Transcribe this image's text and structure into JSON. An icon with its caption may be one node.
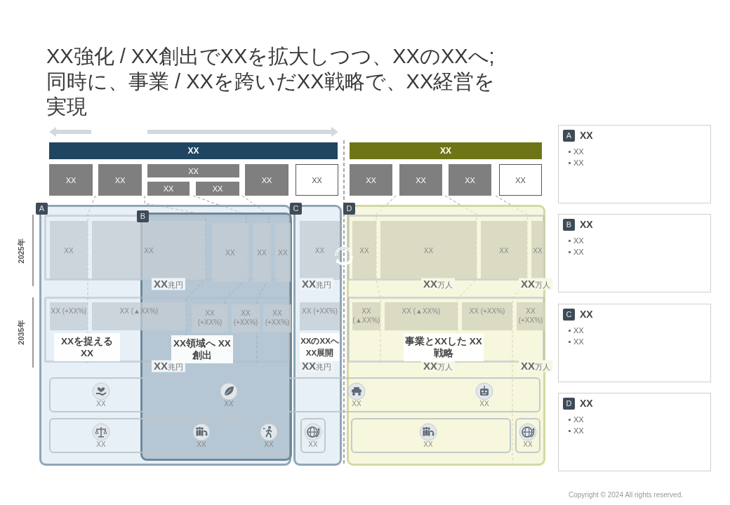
{
  "diagram": {
    "title": "XX強化 / XX創出でXXを拡大しつつ、XXのXXへ;同時に、事業 / XXを跨いだXX戦略で、XX経営を実現",
    "nodes": [
      {
        "text": [
          "XX"
        ]
      },
      {
        "text": [
          "XX"
        ]
      },
      {
        "text": [
          "XX"
        ]
      },
      {
        "text": [
          "XX"
        ]
      },
      {
        "text": [
          "XX"
        ]
      },
      {
        "text": [
          "XX"
        ]
      },
      {
        "text": [
          "XX"
        ]
      },
      {
        "text": [
          "XX"
        ]
      },
      {
        "text": [
          "XX"
        ]
      },
      {
        "text": [
          "XX"
        ]
      },
      {
        "text": [
          "XX"
        ]
      },
      {
        "text": [
          "XX"
        ]
      },
      {
        "text": [
          "XX"
        ]
      },
      {
        "text": [
          "A"
        ]
      },
      {
        "text": [
          "B"
        ],
        "in": 13
      },
      {
        "text": [
          "C"
        ]
      },
      {
        "text": [
          "D"
        ]
      },
      {
        "text": [
          "XX"
        ],
        "in": 13
      },
      {
        "text": [
          "XX"
        ],
        "in": 13
      },
      {
        "text": [
          "XX"
        ],
        "in": 14
      },
      {
        "text": [
          "XX"
        ],
        "in": 14
      },
      {
        "text": [
          "XX"
        ],
        "in": 14
      },
      {
        "text": [
          "XX"
        ],
        "in": 15
      },
      {
        "text": [
          "XX"
        ],
        "in": 16
      },
      {
        "text": [
          "XX"
        ],
        "in": 16
      },
      {
        "text": [
          "XX"
        ],
        "in": 16
      },
      {
        "text": [
          "XX"
        ],
        "in": 16
      },
      {
        "text": [
          "XX (+XX%)"
        ],
        "in": 13
      },
      {
        "text": [
          "XX (▲XX%)"
        ],
        "in": 13
      },
      {
        "text": [
          "XX (+XX%)"
        ],
        "in": 14
      },
      {
        "text": [
          "XX (+XX%)"
        ],
        "in": 14
      },
      {
        "text": [
          "XX (+XX%)"
        ],
        "in": 14
      },
      {
        "text": [
          "XX (+XX%)"
        ],
        "in": 15
      },
      {
        "text": [
          "XX (▲XX%)"
        ],
        "in": 16
      },
      {
        "text": [
          "XX (▲XX%)"
        ],
        "in": 16
      },
      {
        "text": [
          "XX (+XX%)"
        ],
        "in": 16
      },
      {
        "text": [
          "XX (+XX%)"
        ],
        "in": 16
      },
      {
        "text": [
          "XXを捉える XX"
        ],
        "in": 13
      },
      {
        "text": [
          "XX領域へ XX創出"
        ],
        "in": 14
      },
      {
        "text": [
          "XXのXXへ XX展開"
        ],
        "in": 15
      },
      {
        "text": [
          "事業とXXした XX戦略"
        ],
        "in": 16
      },
      {
        "text": [
          "A",
          "XX",
          "XX",
          "XX"
        ]
      },
      {
        "text": [
          "B",
          "XX",
          "XX",
          "XX"
        ]
      },
      {
        "text": [
          "C",
          "XX",
          "XX",
          "XX"
        ]
      },
      {
        "text": [
          "D",
          "XX",
          "XX",
          "XX"
        ]
      }
    ],
    "labels": [
      "2025年",
      "**XX**兆円",
      "**XX**兆円",
      "**XX**万人",
      "**XX**万人",
      "2035年",
      "**XX**兆円",
      "**XX**兆円",
      "**XX**万人",
      "**XX**万人",
      "XX",
      "XX",
      "XX",
      "XX",
      "XX",
      "XX",
      "XX",
      "XX",
      "XX",
      "XX",
      "Copyright © 2024 All rights reserved."
    ]
  }
}
